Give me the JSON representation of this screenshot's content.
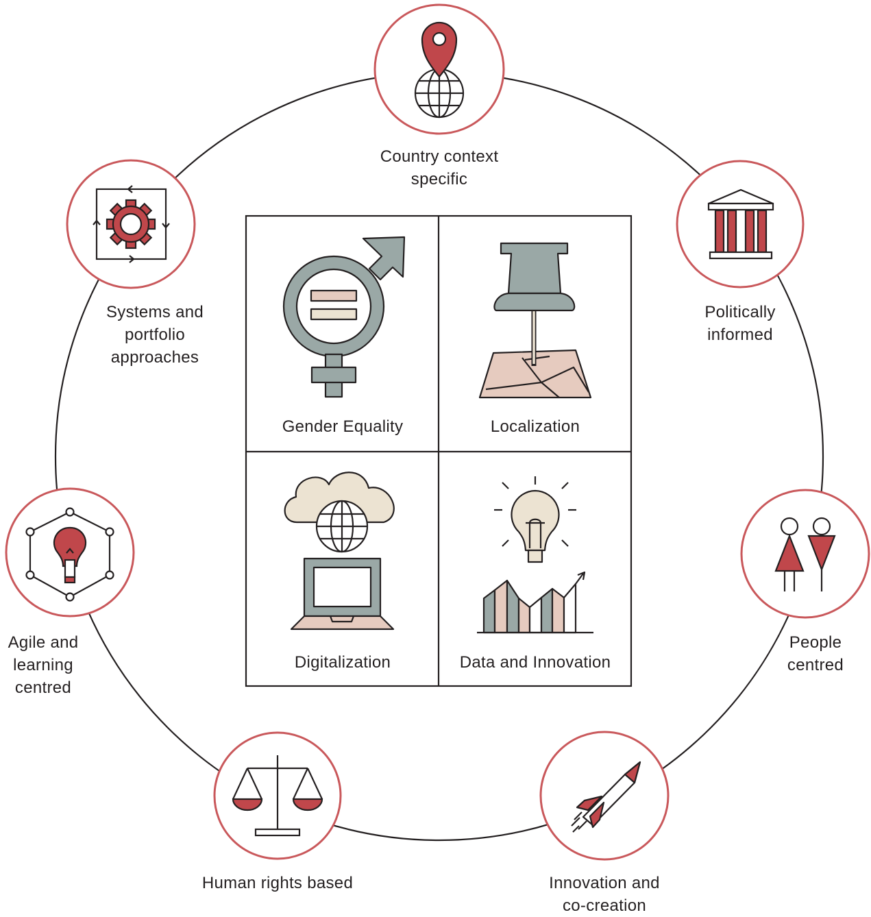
{
  "colors": {
    "red": "#c0474b",
    "ring": "#c9585b",
    "grey": "#9aa8a6",
    "pink": "#e6cbbf",
    "cream": "#ece3d2",
    "line": "#231f20"
  },
  "principles": [
    {
      "icon": "map-pin-globe-icon",
      "lines": [
        "Country context",
        "specific"
      ]
    },
    {
      "icon": "government-building-icon",
      "lines": [
        "Politically",
        "informed"
      ]
    },
    {
      "icon": "people-icon",
      "lines": [
        "People",
        "centred"
      ]
    },
    {
      "icon": "rocket-icon",
      "lines": [
        "Innovation and",
        "co-creation"
      ]
    },
    {
      "icon": "scales-icon",
      "lines": [
        "Human rights based"
      ]
    },
    {
      "icon": "lightbulb-network-icon",
      "lines": [
        "Agile and",
        "learning",
        "centred"
      ]
    },
    {
      "icon": "gear-cycle-icon",
      "lines": [
        "Systems and",
        "portfolio",
        "approaches"
      ]
    }
  ],
  "focus_areas": [
    {
      "icon": "gender-equality-icon",
      "label": "Gender Equality"
    },
    {
      "icon": "pushpin-map-icon",
      "label": "Localization"
    },
    {
      "icon": "cloud-laptop-icon",
      "label": "Digitalization"
    },
    {
      "icon": "lightbulb-chart-icon",
      "label": "Data and Innovation"
    }
  ]
}
